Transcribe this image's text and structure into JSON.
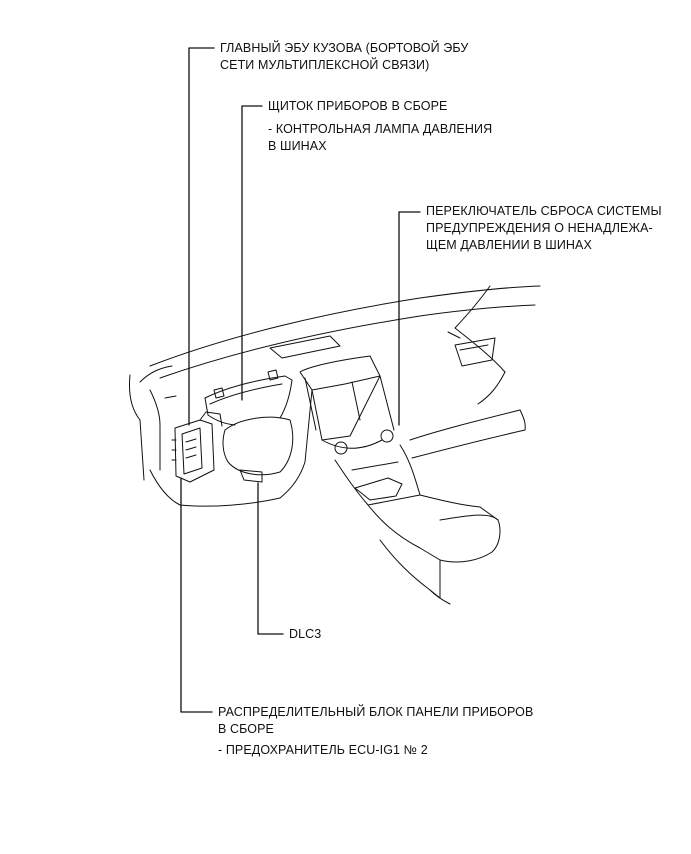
{
  "labels": {
    "main_body_ecu": {
      "line1": "ГЛАВНЫЙ ЭБУ КУЗОВА (БОРТОВОЙ ЭБУ",
      "line2": "СЕТИ МУЛЬТИПЛЕКСНОЙ СВЯЗИ)"
    },
    "combination_meter": {
      "title": "ЩИТОК ПРИБОРОВ В СБОРЕ",
      "sub_line1": "- КОНТРОЛЬНАЯ ЛАМПА ДАВЛЕНИЯ",
      "sub_line2": "В ШИНАХ"
    },
    "tpms_reset_switch": {
      "line1": "ПЕРЕКЛЮЧАТЕЛЬ СБРОСА СИСТЕМЫ",
      "line2": "ПРЕДУПРЕЖДЕНИЯ О НЕНАДЛЕЖА-",
      "line3": "ЩЕМ ДАВЛЕНИИ В ШИНАХ"
    },
    "dlc3": {
      "line1": "DLC3"
    },
    "junction_block": {
      "line1": "РАСПРЕДЕЛИТЕЛЬНЫЙ БЛОК ПАНЕЛИ ПРИБОРОВ",
      "line2": "В СБОРЕ",
      "sub_line": "- ПРЕДОХРАНИТЕЛЬ ECU-IG1 № 2"
    }
  },
  "colors": {
    "ink": "#111111",
    "background": "#ffffff"
  }
}
